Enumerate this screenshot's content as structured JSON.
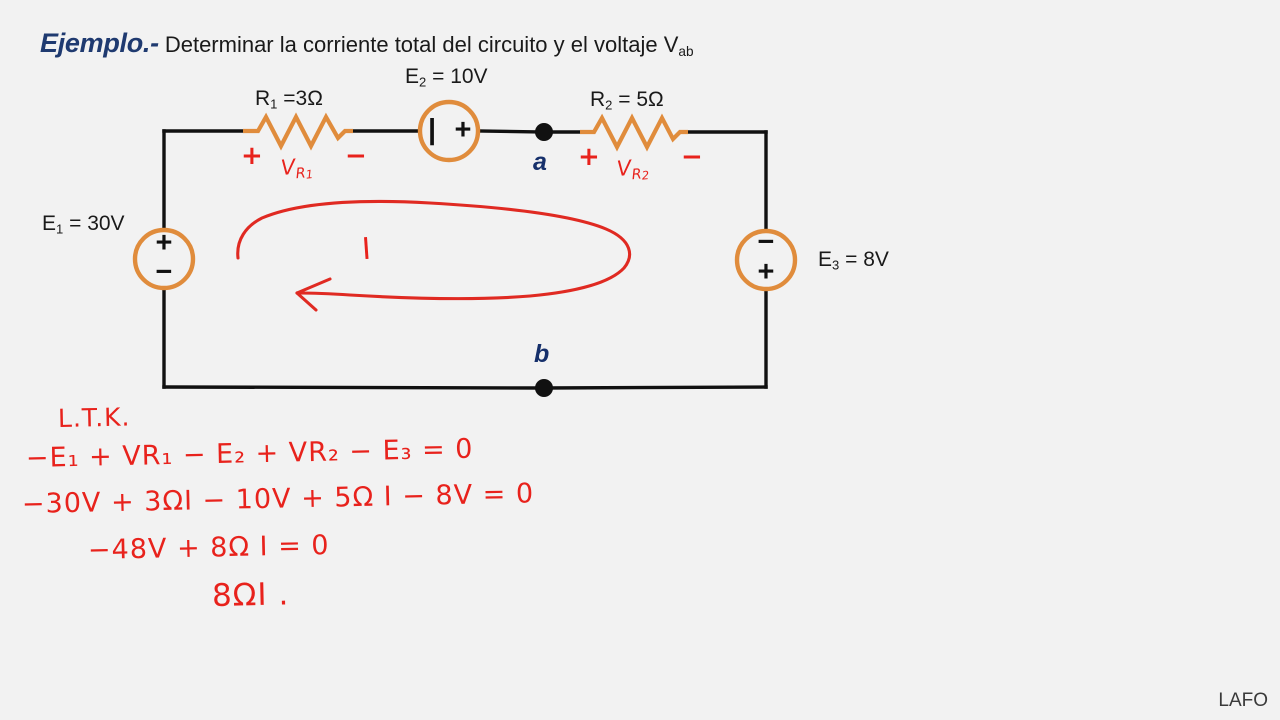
{
  "slide": {
    "background_color": "#f2f2f2",
    "watermark": "LAFO"
  },
  "title": {
    "keyword": "Ejemplo.-",
    "text_before_sub": "Determinar la corriente total del circuito y el voltaje V",
    "subscript": "ab",
    "keyword_color": "#1f3a70",
    "text_color": "#1a1a1a"
  },
  "circuit": {
    "wire_color": "#111111",
    "component_color": "#e08c3c",
    "annotation_color": "#e8221c",
    "node_label_color": "#16306b",
    "components": {
      "r1": {
        "name": "R",
        "subscript": "1",
        "label": "R₁ =3Ω",
        "label_prefix": "R",
        "label_suffix": " =3Ω",
        "value": "3Ω",
        "plus_mark": "+",
        "minus_mark": "−",
        "voltage_label_v": "V",
        "voltage_label_sub": "R",
        "voltage_label_sub2": "1"
      },
      "r2": {
        "name": "R",
        "subscript": "2",
        "label_prefix": "R",
        "label_suffix": " = 5Ω",
        "value": "5Ω",
        "plus_mark": "+",
        "minus_mark": "−",
        "voltage_label_v": "V",
        "voltage_label_sub": "R",
        "voltage_label_sub2": "2"
      },
      "e1": {
        "label_prefix": "E",
        "subscript": "1",
        "label_suffix": " = 30V",
        "value": "30V",
        "top_terminal": "+",
        "bottom_terminal": "−"
      },
      "e2": {
        "label_prefix": "E",
        "subscript": "2",
        "label_suffix": " = 10V",
        "value": "10V",
        "left_terminal": "|",
        "right_terminal": "+"
      },
      "e3": {
        "label_prefix": "E",
        "subscript": "3",
        "label_suffix": " = 8V",
        "value": "8V",
        "top_terminal": "−",
        "bottom_terminal": "+"
      }
    },
    "nodes": {
      "a": "a",
      "b": "b"
    },
    "loop": {
      "current_symbol": "I",
      "direction": "counterclockwise"
    }
  },
  "work": {
    "heading": "L.T.K.",
    "lines": [
      {
        "id": "kvl-symbolic",
        "parts": [
          {
            "t": "−E",
            "s": ""
          },
          {
            "t": "1",
            "s": "sub"
          },
          {
            "t": " + V",
            "s": ""
          },
          {
            "t": "R1",
            "s": "sub"
          },
          {
            "t": " − E",
            "s": ""
          },
          {
            "t": "2",
            "s": "sub"
          },
          {
            "t": " + V",
            "s": ""
          },
          {
            "t": "R2",
            "s": "sub"
          },
          {
            "t": " − E",
            "s": ""
          },
          {
            "t": "3",
            "s": "sub"
          },
          {
            "t": " = 0",
            "s": ""
          }
        ],
        "plain": "−E₁ + VR₁ − E₂ + VR₂ − E₃ = 0"
      },
      {
        "id": "kvl-numeric",
        "plain": "−30V + 3ΩI − 10V + 5Ω I − 8V = 0"
      },
      {
        "id": "kvl-combined",
        "plain": "−48V + 8Ω I = 0"
      },
      {
        "id": "kvl-final",
        "plain": "8ΩI ."
      }
    ]
  }
}
